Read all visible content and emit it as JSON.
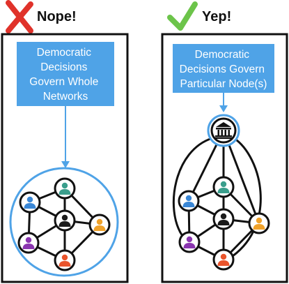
{
  "panels": [
    {
      "id": "left",
      "verdict": "Nope!",
      "verdict_icon": "cross-icon",
      "label_lines": [
        "Democratic",
        "Decisions",
        "Govern Whole",
        "Networks"
      ]
    },
    {
      "id": "right",
      "verdict": "Yep!",
      "verdict_icon": "checkmark-icon",
      "label_lines": [
        "Democratic",
        "Decisions Govern",
        "Particular Node(s)"
      ],
      "hub_icon": "institution-building-icon"
    }
  ],
  "colors": {
    "cross": "#e0322a",
    "check": "#6cc44a",
    "label_box": "#4fa3e7",
    "arrow_and_ring": "#4fa3e7",
    "node_colors": {
      "teal": "#3a9e8c",
      "blue": "#3a87d6",
      "black": "#1a1a1a",
      "orange": "#f0a22a",
      "purple": "#8a35b0",
      "red": "#e9542c"
    }
  }
}
